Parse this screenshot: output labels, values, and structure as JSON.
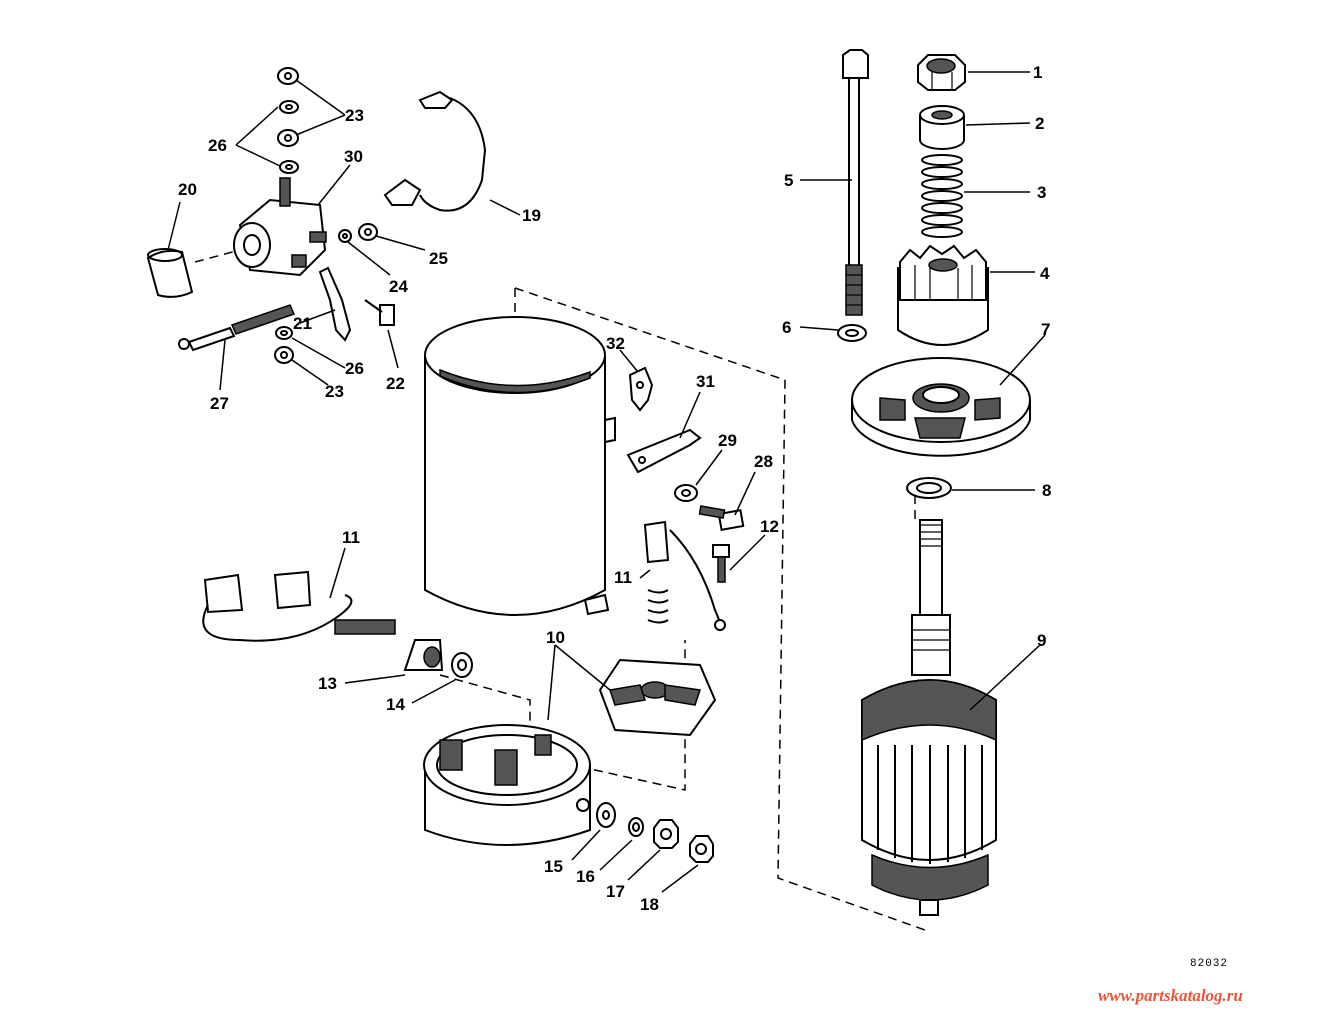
{
  "callouts": [
    {
      "id": "1",
      "label": "1"
    },
    {
      "id": "2",
      "label": "2"
    },
    {
      "id": "3",
      "label": "3"
    },
    {
      "id": "4",
      "label": "4"
    },
    {
      "id": "5",
      "label": "5"
    },
    {
      "id": "6",
      "label": "6"
    },
    {
      "id": "7",
      "label": "7"
    },
    {
      "id": "8",
      "label": "8"
    },
    {
      "id": "9",
      "label": "9"
    },
    {
      "id": "10",
      "label": "10"
    },
    {
      "id": "11a",
      "label": "11"
    },
    {
      "id": "11b",
      "label": "11"
    },
    {
      "id": "12",
      "label": "12"
    },
    {
      "id": "13",
      "label": "13"
    },
    {
      "id": "14",
      "label": "14"
    },
    {
      "id": "15",
      "label": "15"
    },
    {
      "id": "16",
      "label": "16"
    },
    {
      "id": "17",
      "label": "17"
    },
    {
      "id": "18",
      "label": "18"
    },
    {
      "id": "19",
      "label": "19"
    },
    {
      "id": "20",
      "label": "20"
    },
    {
      "id": "21",
      "label": "21"
    },
    {
      "id": "22",
      "label": "22"
    },
    {
      "id": "23a",
      "label": "23"
    },
    {
      "id": "23b",
      "label": "23"
    },
    {
      "id": "24",
      "label": "24"
    },
    {
      "id": "25",
      "label": "25"
    },
    {
      "id": "26a",
      "label": "26"
    },
    {
      "id": "26b",
      "label": "26"
    },
    {
      "id": "27",
      "label": "27"
    },
    {
      "id": "28",
      "label": "28"
    },
    {
      "id": "29",
      "label": "29"
    },
    {
      "id": "30",
      "label": "30"
    },
    {
      "id": "31",
      "label": "31"
    },
    {
      "id": "32",
      "label": "32"
    }
  ],
  "catalog_number": "82032",
  "watermark": "www.partskatalog.ru",
  "colors": {
    "ink": "#000000",
    "background": "#ffffff",
    "watermark": "#e8553a"
  }
}
